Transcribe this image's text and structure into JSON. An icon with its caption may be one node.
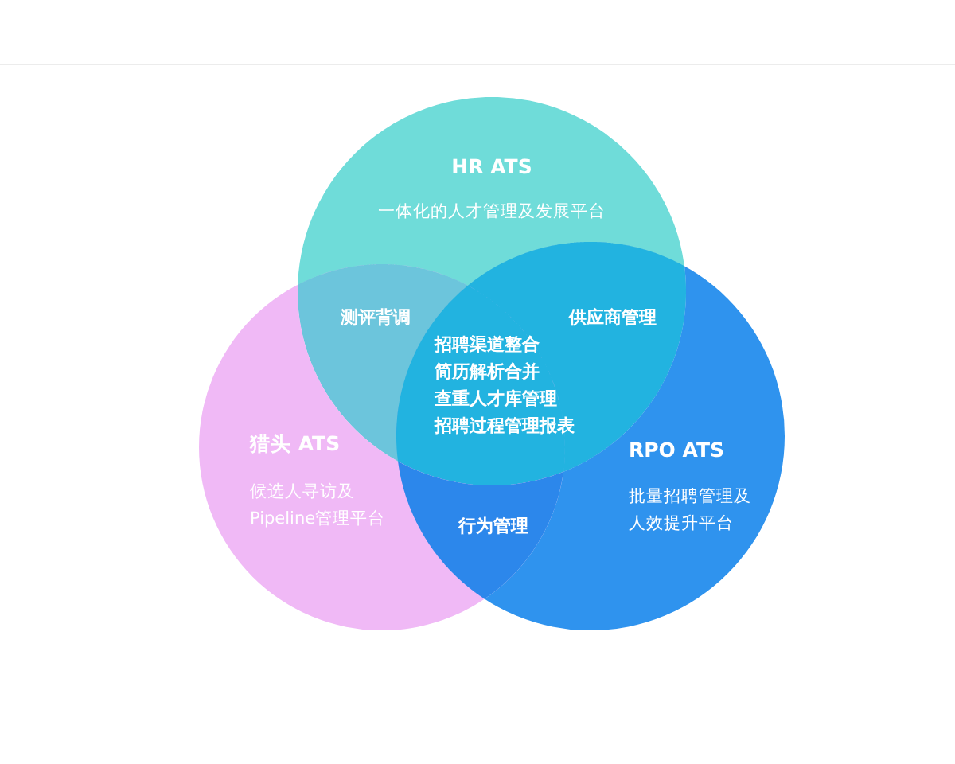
{
  "diagram": {
    "nodes": [
      {
        "text": [
          "HR ATS",
          "一体化的人才管理及发展平台"
        ]
      },
      {
        "text": [
          "猎头 ATS",
          "候选人寻访及Pipeline管理平台"
        ]
      },
      {
        "text": [
          "RPO ATS",
          "批量招聘管理及人效提升平台"
        ]
      }
    ],
    "labels": [
      "测评背调",
      "供应商管理",
      "招聘渠道整合",
      "简历解析合并",
      "查重人才库管理",
      "招聘过程管理报表",
      "行为管理"
    ]
  }
}
